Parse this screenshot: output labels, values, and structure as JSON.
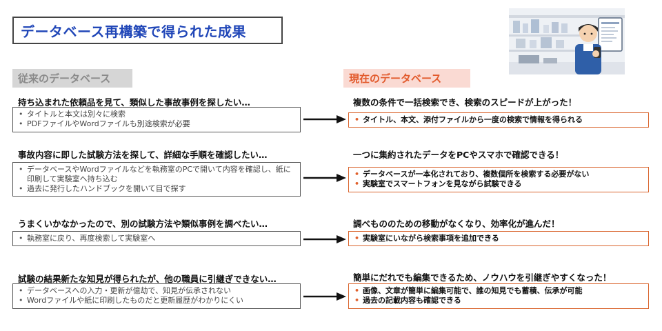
{
  "title": "データベース再構築で得られた成果",
  "headers": {
    "old": "従来のデータベース",
    "new": "現在のデータベース"
  },
  "rows": [
    {
      "problem": "持ち込まれた依頼品を見て、類似した事故事例を探したい…",
      "old_items": [
        "タイトルと本文は別々に検索",
        "PDFファイルやWordファイルも別途検索が必要"
      ],
      "result": "複数の条件で一括検索でき、検索のスピードが上がった！",
      "new_items": [
        "タイトル、本文、添付ファイルから一度の検索で情報を得られる"
      ]
    },
    {
      "problem": "事故内容に即した試験方法を探して、詳細な手順を確認したい…",
      "old_items": [
        "データベースやWordファイルなどを執務室のPCで開いて内容を確認し、紙に印刷して実験室へ持ち込む",
        "過去に発行したハンドブックを開いて目で探す"
      ],
      "result": "一つに集約されたデータをPCやスマホで確認できる！",
      "new_items": [
        "データベースが一本化されており、複数個所を検索する必要がない",
        "実験室でスマートフォンを見ながら試験できる"
      ]
    },
    {
      "problem": "うまくいかなかったので、別の試験方法や類似事例を調べたい…",
      "old_items": [
        "執務室に戻り、再度検索して実験室へ"
      ],
      "result": "調べもののための移動がなくなり、効率化が進んだ！",
      "new_items": [
        "実験室にいながら検索事項を追加できる"
      ]
    },
    {
      "problem": "試験の結果新たな知見が得られたが、他の職員に引継ぎできない…",
      "old_items": [
        "データベースへの入力・更新が億劫で、知見が伝承されない",
        "Wordファイルや紙に印刷したものだと更新履歴がわかりにくい"
      ],
      "result": "簡単にだれでも編集できるため、ノウハウを引継ぎやすくなった！",
      "new_items": [
        "画像、文章が簡単に編集可能で、誰の知見でも蓄積、伝承が可能",
        "過去の記載内容も確認できる"
      ]
    }
  ],
  "colors": {
    "title_text": "#2147b8",
    "new_accent": "#d9632b",
    "old_header_bg": "#d6d6d6",
    "new_header_bg": "#fadad3"
  }
}
